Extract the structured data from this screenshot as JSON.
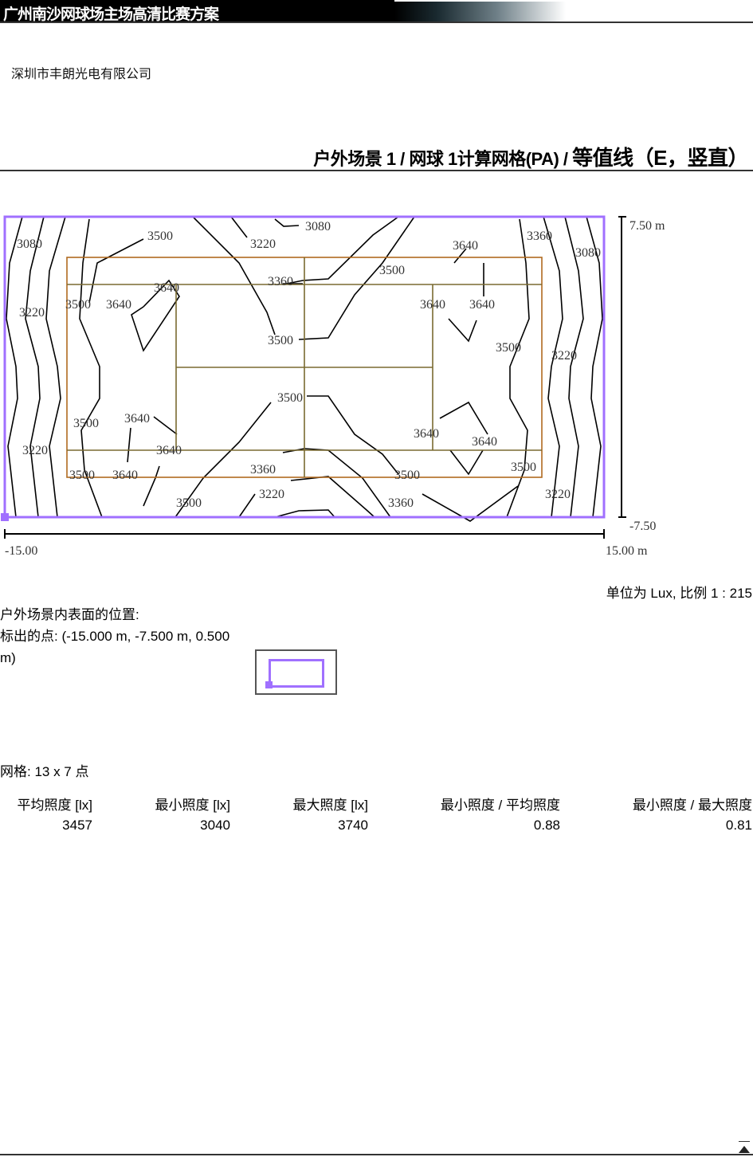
{
  "header": {
    "title": "广州南沙网球场主场高清比赛方案",
    "company": "深圳市丰朗光电有限公司"
  },
  "section": {
    "title_part1": "户外场景 1 / 网球 1计算网格(PA) / ",
    "title_part2": "等值线（E，竖直）"
  },
  "diagram": {
    "contour_labels": [
      "3080",
      "3500",
      "3220",
      "3080",
      "3640",
      "3360",
      "3080",
      "3360",
      "3500",
      "3640",
      "3500",
      "3640",
      "3640",
      "3640",
      "3220",
      "3500",
      "3500",
      "3220",
      "3500",
      "3500",
      "3640",
      "3640",
      "3640",
      "3220",
      "3640",
      "3360",
      "3500",
      "3640",
      "3500",
      "3500",
      "3220",
      "3220",
      "3500",
      "3360"
    ],
    "y_max_label": "7.50 m",
    "y_min_label": "-7.50",
    "x_min_label": "-15.00",
    "x_max_label": "15.00 m",
    "colors": {
      "boundary": "#a070ff",
      "court": "#8b6a2a",
      "contour": "#000000"
    }
  },
  "unit_scale": "单位为 Lux, 比例 1 : 215",
  "position": {
    "heading": "户外场景内表面的位置:",
    "point": "标出的点: (-15.000 m, -7.500 m, 0.500 m)"
  },
  "grid": "网格: 13 x 7 点",
  "stats": {
    "headers": [
      "平均照度 [lx]",
      "最小照度 [lx]",
      "最大照度 [lx]",
      "最小照度 / 平均照度",
      "最小照度 / 最大照度"
    ],
    "values": [
      "3457",
      "3040",
      "3740",
      "0.88",
      "0.81"
    ]
  }
}
